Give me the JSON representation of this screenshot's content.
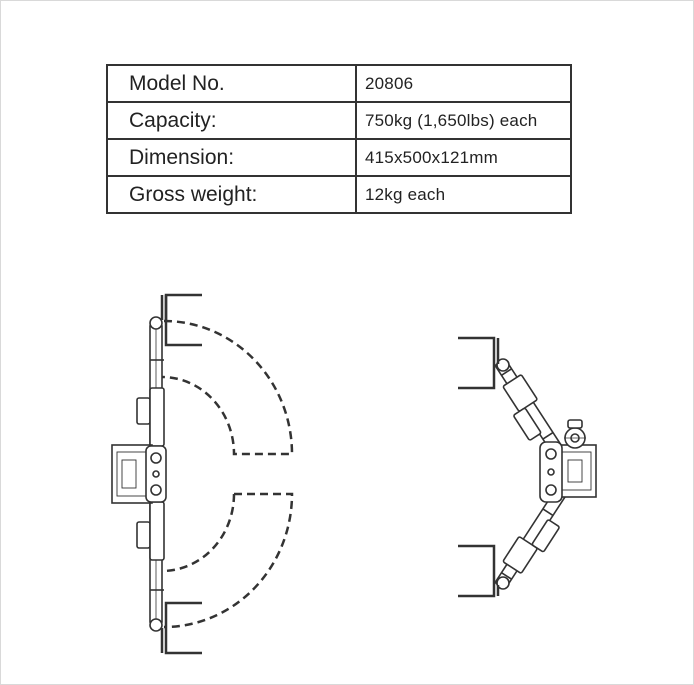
{
  "specs": [
    {
      "label": "Model No.",
      "value": "20806"
    },
    {
      "label": "Capacity:",
      "value": "750kg (1,650lbs) each"
    },
    {
      "label": "Dimension:",
      "value": "415x500x121mm"
    },
    {
      "label": "Gross weight:",
      "value": "12kg each"
    }
  ],
  "colors": {
    "line": "#333333",
    "border": "#d9d9d9"
  }
}
